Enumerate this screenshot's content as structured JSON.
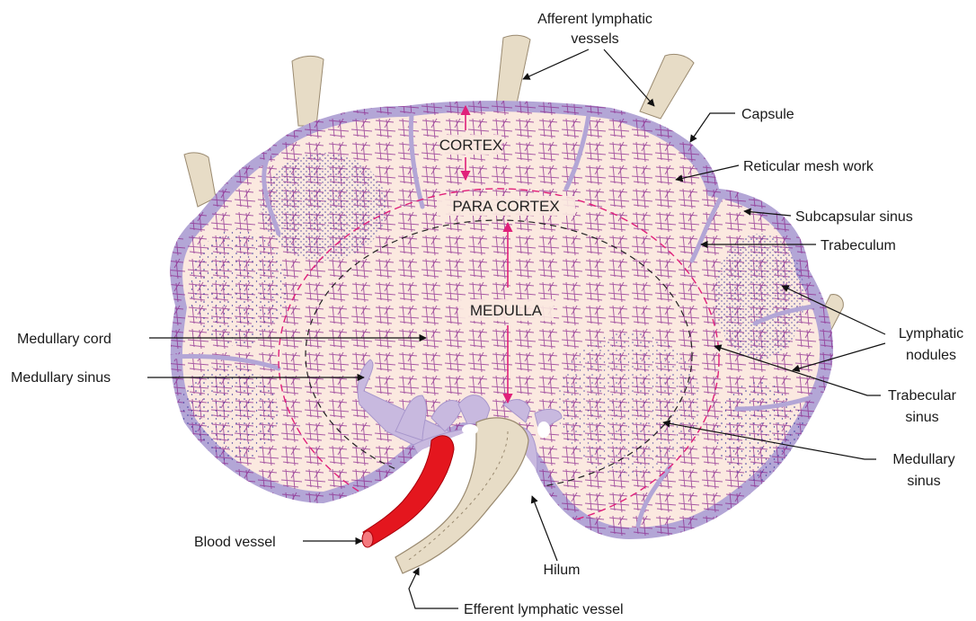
{
  "zones": {
    "cortex": "CORTEX",
    "paracortex": "PARA CORTEX",
    "medulla": "MEDULLA"
  },
  "labels": {
    "afferent_1": "Afferent lymphatic",
    "afferent_2": "vessels",
    "capsule": "Capsule",
    "reticular": "Reticular mesh work",
    "subcapsular": "Subcapsular sinus",
    "trabeculum": "Trabeculum",
    "nodules_1": "Lymphatic",
    "nodules_2": "nodules",
    "trab_sinus_1": "Trabecular",
    "trab_sinus_2": "sinus",
    "med_sinus_r_1": "Medullary",
    "med_sinus_r_2": "sinus",
    "medullary_cord": "Medullary cord",
    "medullary_sinus": "Medullary sinus",
    "blood_vessel": "Blood vessel",
    "hilum": "Hilum",
    "efferent": "Efferent lymphatic vessel"
  },
  "colors": {
    "capsule": "#b3a6d6",
    "tissue": "#fbe9e0",
    "mesh": "#8d2a8f",
    "dots": "#3d3a9e",
    "dashed_pink": "#e0207a",
    "arrow_pink": "#e0207a",
    "lymph_vessel": "#e7dcc6",
    "blood": "#e4161e",
    "sinus": "#c8b9df"
  }
}
